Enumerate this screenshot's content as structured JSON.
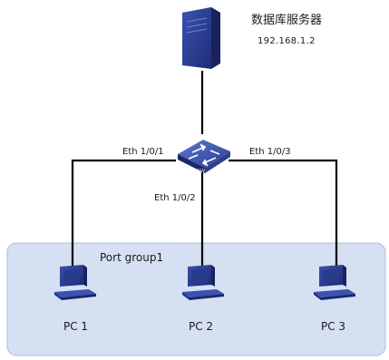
{
  "server": {
    "name": "数据库服务器",
    "ip": "192.168.1.2",
    "icon": "server-tower-icon"
  },
  "switch": {
    "icon": "switch-icon",
    "badge": "SW"
  },
  "ports": {
    "left": "Eth 1/0/1",
    "center": "Eth 1/0/2",
    "right": "Eth 1/0/3"
  },
  "port_group": {
    "label": "Port group1"
  },
  "pcs": [
    {
      "label": "PC 1",
      "icon": "pc-icon"
    },
    {
      "label": "PC 2",
      "icon": "pc-icon"
    },
    {
      "label": "PC 3",
      "icon": "pc-icon"
    }
  ],
  "colors": {
    "device_blue": "#2b3f96",
    "device_dark": "#1b2766",
    "group_fill": "#d5e0f2",
    "group_stroke": "#a9bedf",
    "link": "#000000"
  }
}
